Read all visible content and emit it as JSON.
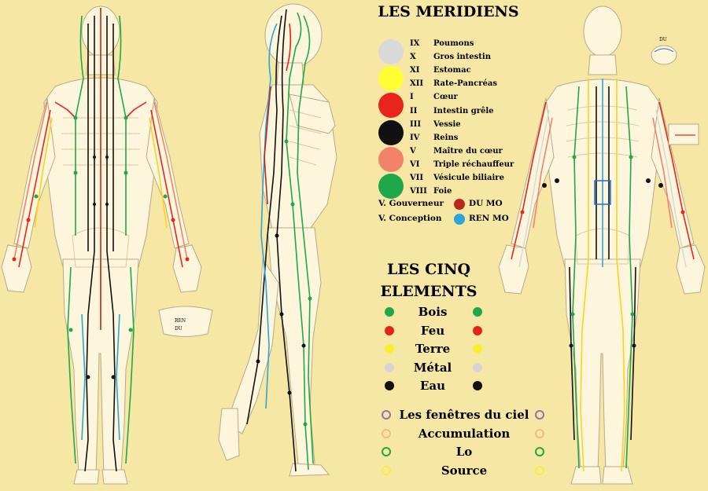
{
  "legend": {
    "title": "LES MERIDIENS",
    "meridians": [
      {
        "numeral": "IX",
        "name": "Poumons"
      },
      {
        "numeral": "X",
        "name": "Gros intestin"
      },
      {
        "numeral": "XI",
        "name": "Estomac"
      },
      {
        "numeral": "XII",
        "name": "Rate-Pancréas"
      },
      {
        "numeral": "I",
        "name": "Cœur"
      },
      {
        "numeral": "II",
        "name": "Intestin grêle"
      },
      {
        "numeral": "III",
        "name": "Vessie"
      },
      {
        "numeral": "IV",
        "name": "Reins"
      },
      {
        "numeral": "V",
        "name": "Maître du cœur"
      },
      {
        "numeral": "VI",
        "name": "Triple réchauffeur"
      },
      {
        "numeral": "VII",
        "name": "Vésicule biliaire"
      },
      {
        "numeral": "VIII",
        "name": "Foie"
      }
    ],
    "meridian_pair_colors": [
      "#d9d9d9",
      "#ffff33",
      "#e8241c",
      "#111111",
      "#f2826a",
      "#1ea84a"
    ],
    "vessels": [
      {
        "name": "V. Gouverneur",
        "code": "DU MO",
        "color": "#b8271a"
      },
      {
        "name": "V. Conception",
        "code": "REN MO",
        "color": "#2aa6dc"
      }
    ]
  },
  "elements": {
    "title_line1": "LES CINQ",
    "title_line2": "ELEMENTS",
    "items": [
      {
        "name": "Bois",
        "color": "#1fa84a"
      },
      {
        "name": "Feu",
        "color": "#e3241c"
      },
      {
        "name": "Terre",
        "color": "#f6f02e"
      },
      {
        "name": "Métal",
        "color": "#d4d4d4"
      },
      {
        "name": "Eau",
        "color": "#111111"
      }
    ]
  },
  "points": {
    "items": [
      {
        "name": "Les fenêtres du ciel",
        "color": "#9a6fa8"
      },
      {
        "name": "Accumulation",
        "color": "#f4b98a"
      },
      {
        "name": "Lo",
        "color": "#21a640"
      },
      {
        "name": "Source",
        "color": "#f5ee3a"
      }
    ]
  },
  "figure_labels": {
    "back_inset_1": "REN",
    "back_inset_2": "DU",
    "front_inset": "DU"
  }
}
